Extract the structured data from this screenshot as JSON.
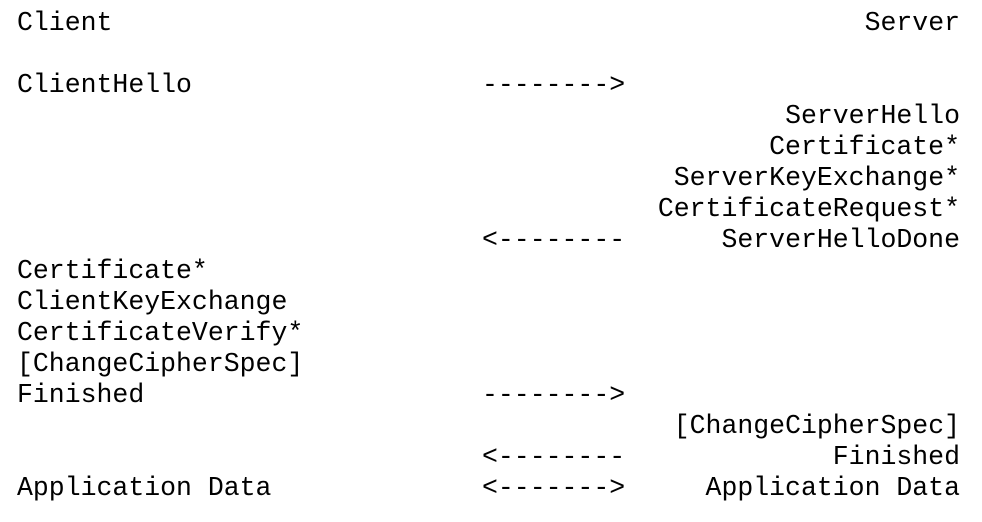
{
  "header": {
    "client": "Client",
    "server": "Server"
  },
  "messages": {
    "client_hello": "ClientHello",
    "arrow_1": "-------->",
    "server_hello": "ServerHello",
    "server_certificate": "Certificate*",
    "server_key_exchange": "ServerKeyExchange*",
    "certificate_request": "CertificateRequest*",
    "arrow_2": "<--------",
    "server_hello_done": "ServerHelloDone",
    "client_certificate": "Certificate*",
    "client_key_exchange": "ClientKeyExchange",
    "certificate_verify": "CertificateVerify*",
    "client_change_cipher_spec": "[ChangeCipherSpec]",
    "client_finished": "Finished",
    "arrow_3": "-------->",
    "server_change_cipher_spec": "[ChangeCipherSpec]",
    "arrow_4": "<--------",
    "server_finished": "Finished",
    "client_application_data": "Application Data",
    "arrow_5": "<------->",
    "server_application_data": "Application Data"
  }
}
